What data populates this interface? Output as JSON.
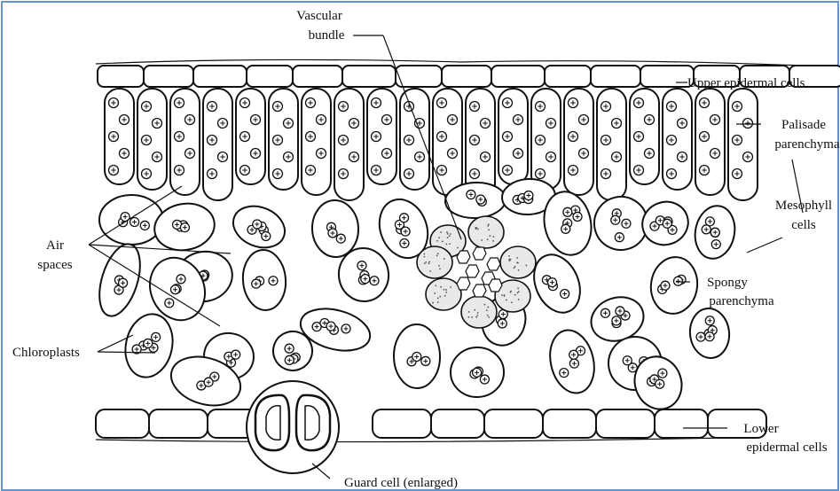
{
  "diagram": {
    "labels": {
      "vascular_bundle": [
        "Vascular",
        "bundle"
      ],
      "upper_epidermal": "Upper epidermal cells",
      "palisade": [
        "Palisade",
        "parenchyma"
      ],
      "mesophyll": [
        "Mesophyll",
        "cells"
      ],
      "air_spaces": [
        "Air",
        "spaces"
      ],
      "spongy": [
        "Spongy",
        "parenchyma"
      ],
      "chloroplasts": "Chloroplasts",
      "lower_epidermal": [
        "Lower",
        "epidermal cells"
      ],
      "guard_cell": "Guard cell (enlarged)"
    },
    "colors": {
      "frame_border": "#6a94c6",
      "outline": "#111111",
      "background": "#ffffff"
    }
  }
}
